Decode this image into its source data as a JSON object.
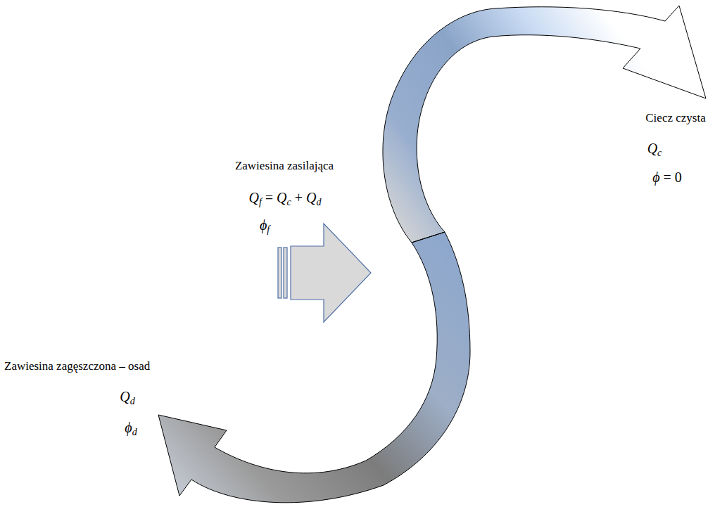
{
  "diagram": {
    "labels": [
      "Zawiesina zasilająca",
      "Qf = Qc + Qd",
      "ϕf",
      "Ciecz czysta",
      "Qc",
      "ϕ = 0",
      "Zawiesina zagęszczona – osad",
      "Qd",
      "ϕd"
    ]
  }
}
